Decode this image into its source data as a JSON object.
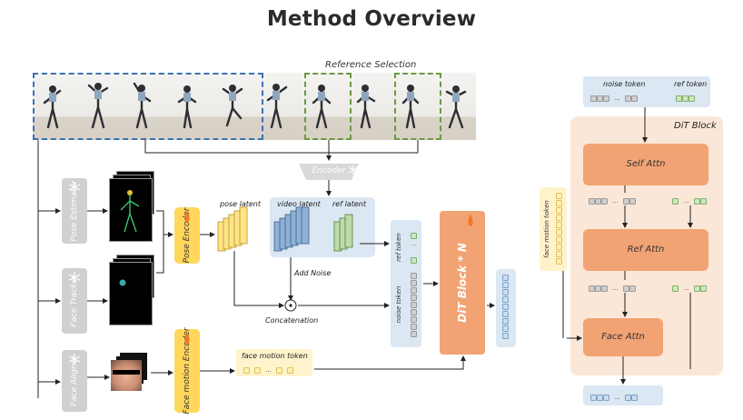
{
  "title": "Method Overview",
  "reference_selection": "Reference Selection",
  "encoder_label": "Encoder",
  "modules": {
    "pose_estimator": "Pose Estimator",
    "face_tracker": "Face Tracker",
    "face_aligner": "Face Aligner",
    "pose_encoder": "Pose Encoder",
    "face_motion_encoder": "Face motion Encoder"
  },
  "latents": {
    "pose": "pose latent",
    "video": "video latent",
    "ref": "ref latent"
  },
  "add_noise": "Add Noise",
  "concatenation": "Concatenation",
  "tokens": {
    "ref_token": "ref token",
    "noise_token": "noise token",
    "face_motion_token": "face motion token",
    "ellipsis": "···"
  },
  "dit_stack": "DiT Block * N",
  "dit_block": {
    "title": "DiT Block",
    "self_attn": "Self Attn",
    "ref_attn": "Ref Attn",
    "face_attn": "Face Attn"
  },
  "icons": [
    "snowflake-icon",
    "flame-icon"
  ],
  "colors": {
    "accent_orange": "#f2a374",
    "panel_blue": "#dbe7f3",
    "encoder_yellow": "#ffd75a",
    "frozen_grey": "#d0d0d0",
    "dit_panel": "#fbe7d7"
  }
}
